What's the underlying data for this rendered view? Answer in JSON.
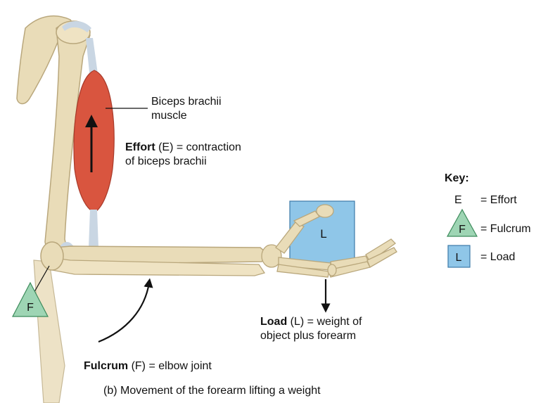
{
  "labels": {
    "biceps_line1": "Biceps brachii",
    "biceps_line2": "muscle",
    "effort_bold": "Effort",
    "effort_rest": " (E) = contraction",
    "effort_line2": "of biceps brachii",
    "load_bold": "Load",
    "load_rest": " (L) = weight of",
    "load_line2": "object plus forearm",
    "fulcrum_bold": "Fulcrum",
    "fulcrum_rest": " (F) = elbow joint",
    "caption": "(b) Movement of the forearm lifting a weight"
  },
  "markers": {
    "load_box_letter": "L",
    "fulcrum_letter": "F"
  },
  "key": {
    "title": "Key:",
    "effort_symbol": "E",
    "effort_text": "= Effort",
    "fulcrum_symbol": "F",
    "fulcrum_text": "= Fulcrum",
    "load_symbol": "L",
    "load_text": "= Load"
  },
  "colors": {
    "bone": "#e9dcb8",
    "bone_shadow": "#c8b88e",
    "muscle": "#d9553f",
    "tendon": "#c9d6e3",
    "load_box": "#8fc6e8",
    "fulcrum_triangle": "#9ed5b4"
  }
}
